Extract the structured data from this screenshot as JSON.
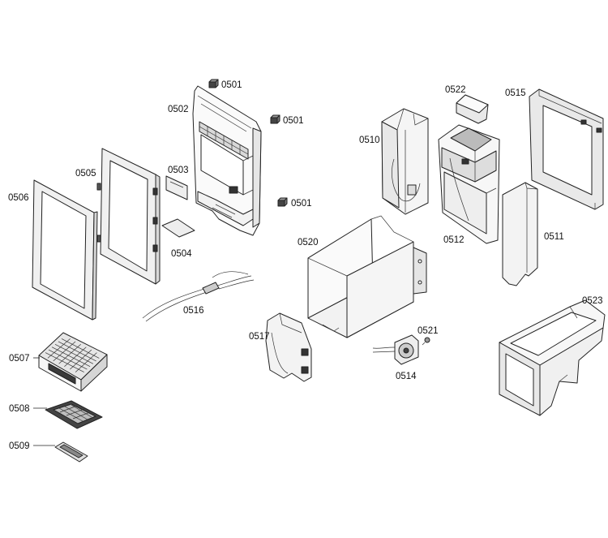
{
  "diagram": {
    "callouts": [
      "0501",
      "0502",
      "0501",
      "0503",
      "0505",
      "0506",
      "0501",
      "0504",
      "0516",
      "0507",
      "0508",
      "0509",
      "0510",
      "0522",
      "0515",
      "0512",
      "0511",
      "0520",
      "0517",
      "0521",
      "0514",
      "0523"
    ]
  }
}
